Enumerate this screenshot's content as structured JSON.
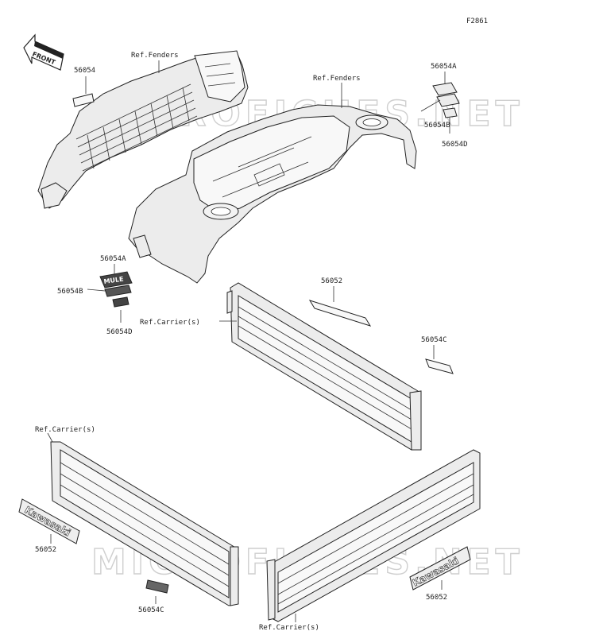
{
  "diagram": {
    "figure_id": "F2861",
    "front_marker": "FRONT",
    "watermark": "MICROFICHES.NET",
    "decal_text": "Kawasaki",
    "decal_badge_text": "MULE",
    "labels": {
      "ref_fenders_left": "Ref.Fenders",
      "ref_fenders_right": "Ref.Fenders",
      "p56054_top": "56054",
      "p56054A_top": "56054A",
      "p56054B_top": "56054B",
      "p56054D_top": "56054D",
      "p56054A_mid": "56054A",
      "p56054B_mid": "56054B",
      "p56054D_mid": "56054D",
      "p56052_mid": "56052",
      "ref_carrier_mid": "Ref.Carrier(s)",
      "p56054C_mid": "56054C",
      "ref_carrier_lower_left": "Ref.Carrier(s)",
      "p56052_lower_left": "56052",
      "p56054C_lower": "56054C",
      "p56052_lower_right": "56052",
      "ref_carrier_bottom": "Ref.Carrier(s)"
    }
  }
}
